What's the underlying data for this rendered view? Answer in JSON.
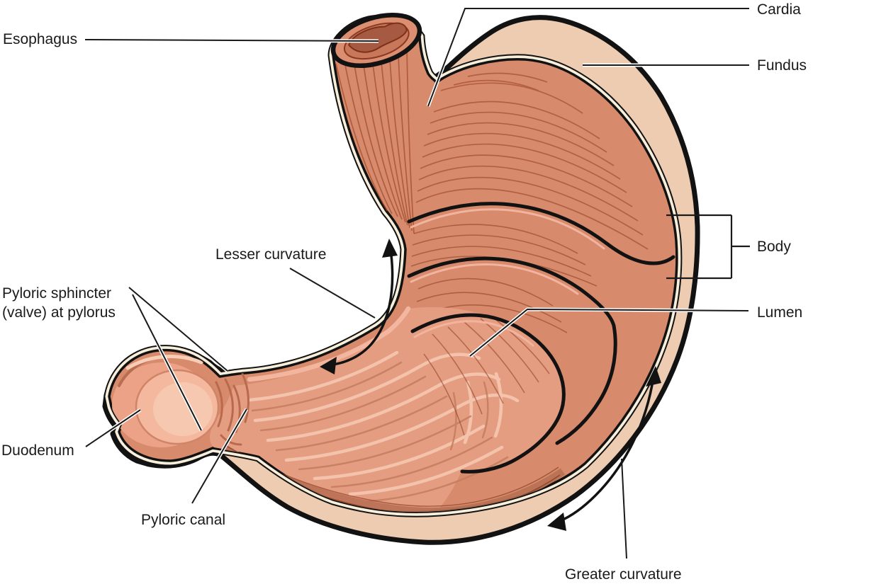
{
  "figure": {
    "title": "Stomach anatomy diagram",
    "labels": {
      "esophagus": "Esophagus",
      "cardia": "Cardia",
      "fundus": "Fundus",
      "body": "Body",
      "lumen": "Lumen",
      "lesser_curvature": "Lesser curvature",
      "pyloric_sphincter_line1": "Pyloric sphincter",
      "pyloric_sphincter_line2": "(valve) at pylorus",
      "duodenum": "Duodenum",
      "pyloric_canal": "Pyloric canal",
      "greater_curvature": "Greater curvature"
    },
    "colors": {
      "outline": "#121212",
      "serosa_tan": "#edccb2",
      "cream_layer": "#f7efdb",
      "muscle": "#d78a6c",
      "muscle_fiber": "#9c4527",
      "rugae": "#e59d81",
      "rugae_highlight": "#f4c3ac",
      "rugae_shadow": "#c57d60",
      "esophagus_lumen": "#a65a42",
      "duodenum_interior": "#f3b89e",
      "background": "#ffffff"
    }
  }
}
